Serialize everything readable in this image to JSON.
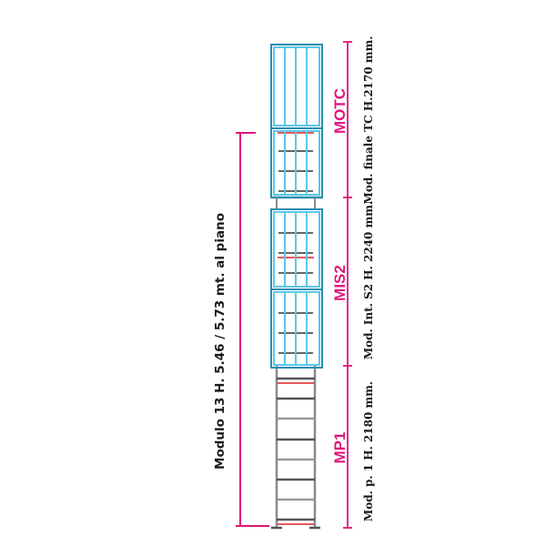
{
  "diagram": {
    "overall_label": "Modulo 13  H. 5.46 / 5.73 mt. al piano",
    "sections": [
      {
        "code": "MOTC",
        "description": "Mod. finale TC  H.2170 mm."
      },
      {
        "code": "MIS2",
        "description": "Mod. Int. S2 H. 2240 mm."
      },
      {
        "code": "MP1",
        "description": "Mod. p. 1 H. 2180 mm."
      }
    ]
  },
  "colors": {
    "cage": "#5bc8e8",
    "cage_dark": "#2a8db0",
    "rung": "#555555",
    "rail": "#8a8a8a",
    "dimension": "#e0157a",
    "label": "#e0157a",
    "text": "#1a1a1a",
    "highlight": "#e02020"
  }
}
